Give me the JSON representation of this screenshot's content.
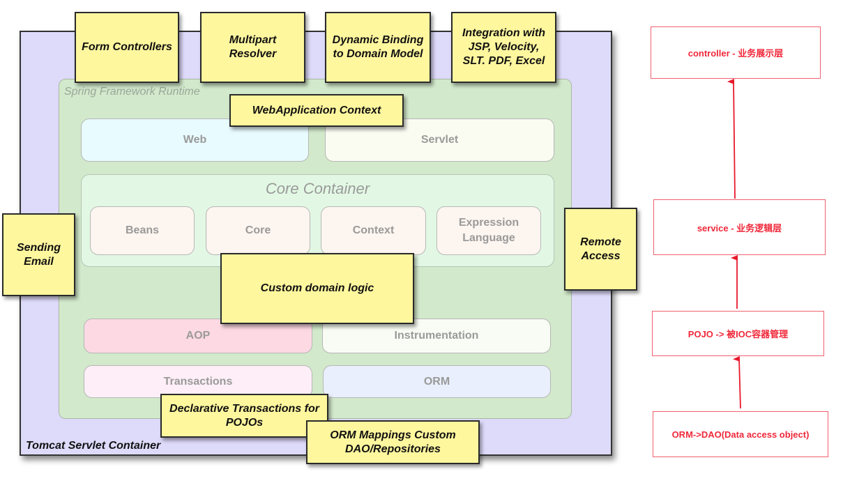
{
  "diagram": {
    "container_label": "Tomcat Servlet Container",
    "runtime_label": "Spring Framework Runtime",
    "core_container_label": "Core Container",
    "modules": {
      "web": "Web",
      "servlet": "Servlet",
      "beans": "Beans",
      "core": "Core",
      "context": "Context",
      "expression_language": "Expression Language",
      "aop": "AOP",
      "instrumentation": "Instrumentation",
      "transactions": "Transactions",
      "orm": "ORM"
    },
    "notes": {
      "form_controllers": "Form Controllers",
      "multipart_resolver": "Multipart Resolver",
      "dynamic_binding": "Dynamic Binding to Domain Model",
      "integration": "Integration with JSP, Velocity, SLT. PDF, Excel",
      "webapp_context": "WebApplication Context",
      "sending_email": "Sending Email",
      "remote_access": "Remote Access",
      "custom_domain_logic": "Custom domain logic",
      "declarative_transactions": "Declarative Transactions for POJOs",
      "orm_mappings": "ORM Mappings Custom DAO/Repositories"
    },
    "layers": [
      {
        "label": "controller - 业务展示层"
      },
      {
        "label": "service - 业务逻辑层"
      },
      {
        "label": "POJO -> 被IOC容器管理"
      },
      {
        "label": "ORM->DAO(Data access object)"
      }
    ],
    "colors": {
      "container": "#dedafa",
      "runtime": "#d2e9cb",
      "note": "#fff79e",
      "layer_text": "#f0283a",
      "layer_border": "#f0606e"
    }
  }
}
